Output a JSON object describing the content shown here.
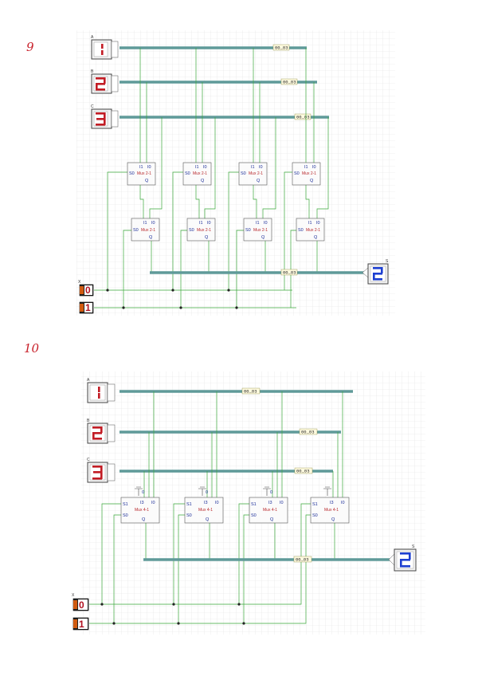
{
  "page_marks": {
    "top": "9",
    "bottom": "10"
  },
  "circuit_9": {
    "inputs": [
      {
        "tag": "A",
        "digit": "1"
      },
      {
        "tag": "B",
        "digit": "2"
      },
      {
        "tag": "C",
        "digit": "3"
      }
    ],
    "bus_labels": [
      "00_03",
      "00_03",
      "00_03"
    ],
    "mux_row1": {
      "title": "Mux 2-1",
      "pins": [
        "I1",
        "I0",
        "S0",
        "Q"
      ]
    },
    "mux_row2": {
      "title": "Mux 2-1",
      "pins": [
        "I1",
        "I0",
        "S0",
        "Q"
      ]
    },
    "output_bus_label": "00_03",
    "output": {
      "tag": "S",
      "digit": "2"
    },
    "selects": [
      {
        "tag": "X",
        "value": "0"
      },
      {
        "tag": "",
        "value": "1"
      }
    ]
  },
  "circuit_10": {
    "inputs": [
      {
        "tag": "A",
        "digit": "1"
      },
      {
        "tag": "B",
        "digit": "2"
      },
      {
        "tag": "C",
        "digit": "3"
      }
    ],
    "bus_labels": [
      "00_03",
      "00_03",
      "00_03"
    ],
    "mux": {
      "title": "Mux 4-1",
      "pins": [
        "S1",
        "I3",
        "I0",
        "S0",
        "Q"
      ]
    },
    "const_label": "0",
    "output_bus_label": "00_03",
    "output": {
      "tag": "S",
      "digit": "2"
    },
    "selects": [
      {
        "tag": "X",
        "value": "0"
      },
      {
        "tag": "",
        "value": "1"
      }
    ]
  },
  "colors": {
    "grid": "#e4e4e4",
    "bus": "#5f9a99",
    "wire": "#3aa83a",
    "segment_red": "#c21c24",
    "segment_blue": "#1d3fd1"
  }
}
